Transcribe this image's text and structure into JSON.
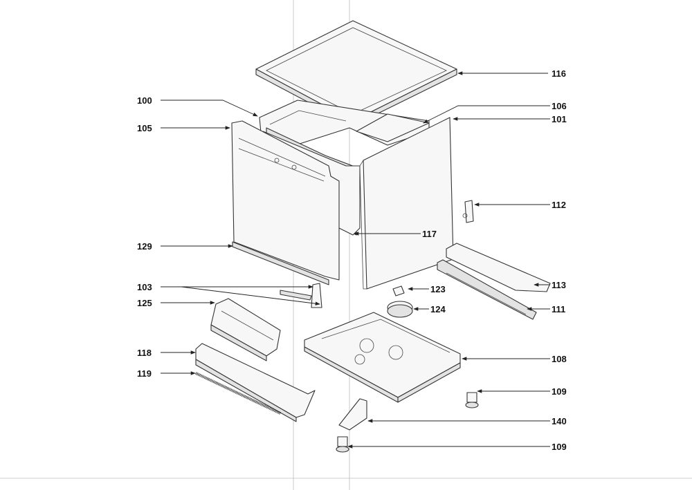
{
  "callouts": [
    {
      "id": "116",
      "text": "116"
    },
    {
      "id": "100",
      "text": "100"
    },
    {
      "id": "106",
      "text": "106"
    },
    {
      "id": "105",
      "text": "105"
    },
    {
      "id": "101",
      "text": "101"
    },
    {
      "id": "112",
      "text": "112"
    },
    {
      "id": "117",
      "text": "117"
    },
    {
      "id": "129",
      "text": "129"
    },
    {
      "id": "113",
      "text": "113"
    },
    {
      "id": "103",
      "text": "103"
    },
    {
      "id": "123",
      "text": "123"
    },
    {
      "id": "125",
      "text": "125"
    },
    {
      "id": "124",
      "text": "124"
    },
    {
      "id": "111",
      "text": "111"
    },
    {
      "id": "118",
      "text": "118"
    },
    {
      "id": "108",
      "text": "108"
    },
    {
      "id": "119",
      "text": "119"
    },
    {
      "id": "109a",
      "text": "109"
    },
    {
      "id": "140",
      "text": "140"
    },
    {
      "id": "109b",
      "text": "109"
    }
  ]
}
